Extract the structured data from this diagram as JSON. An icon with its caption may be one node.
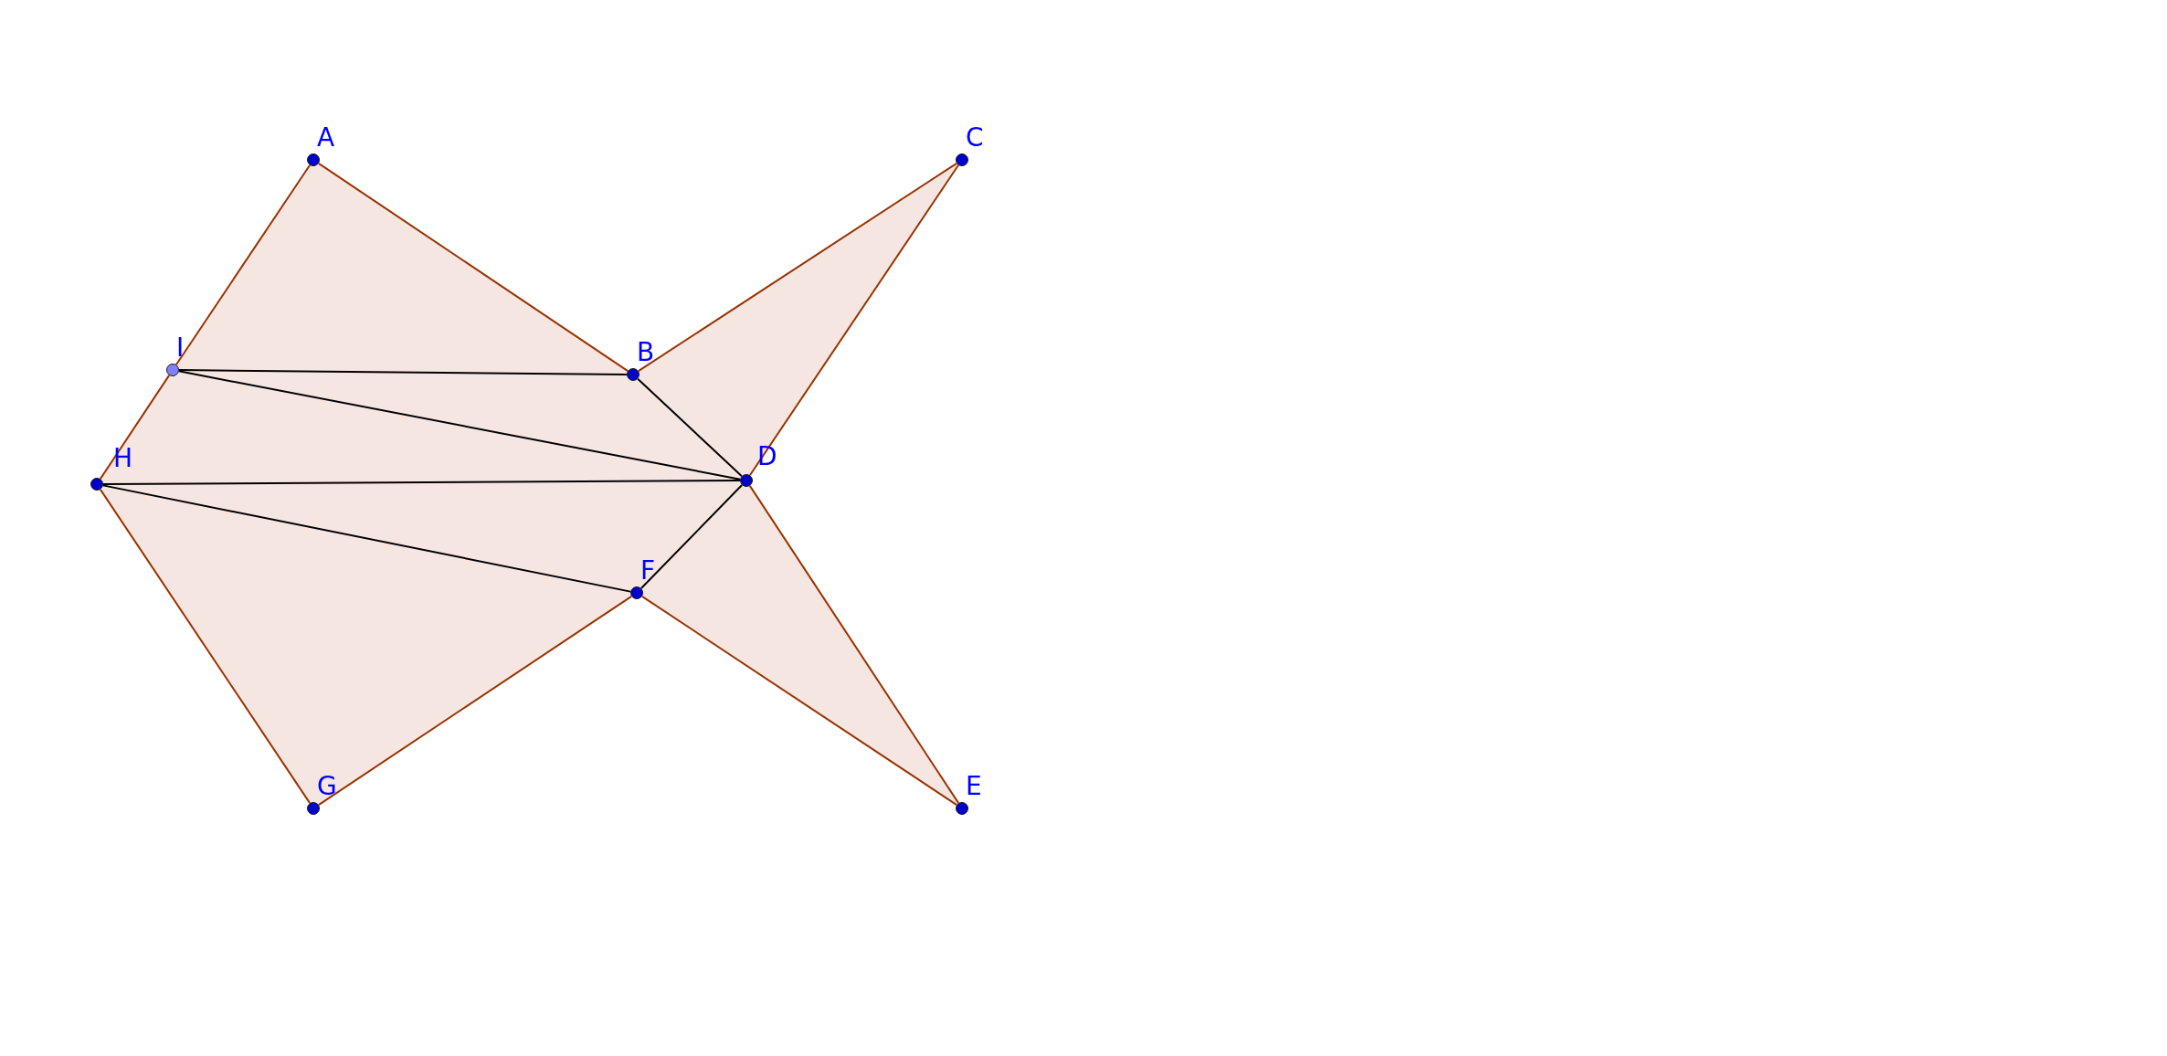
{
  "diagram": {
    "nodes": [
      {
        "text": [
          "A"
        ]
      },
      {
        "text": [
          "C"
        ]
      },
      {
        "text": [
          "I"
        ]
      },
      {
        "text": [
          "B"
        ]
      },
      {
        "text": [
          "H"
        ]
      },
      {
        "text": [
          "D"
        ]
      },
      {
        "text": [
          "F"
        ]
      },
      {
        "text": [
          "G"
        ]
      },
      {
        "text": [
          "E"
        ]
      }
    ],
    "edges": [
      {
        "from": 0,
        "to": 3,
        "arrow": "none"
      },
      {
        "from": 3,
        "to": 1,
        "arrow": "none"
      },
      {
        "from": 1,
        "to": 5,
        "arrow": "none"
      },
      {
        "from": 5,
        "to": 8,
        "arrow": "none"
      },
      {
        "from": 8,
        "to": 6,
        "arrow": "none"
      },
      {
        "from": 6,
        "to": 7,
        "arrow": "none"
      },
      {
        "from": 7,
        "to": 4,
        "arrow": "none"
      },
      {
        "from": 4,
        "to": 2,
        "arrow": "none"
      },
      {
        "from": 2,
        "to": 0,
        "arrow": "none"
      },
      {
        "from": 2,
        "to": 3,
        "arrow": "none",
        "color": "#000000"
      },
      {
        "from": 2,
        "to": 5,
        "arrow": "none",
        "color": "#000000"
      },
      {
        "from": 4,
        "to": 5,
        "arrow": "none",
        "color": "#000000"
      },
      {
        "from": 4,
        "to": 6,
        "arrow": "none",
        "color": "#000000"
      },
      {
        "from": 3,
        "to": 5,
        "arrow": "none",
        "color": "#000000"
      },
      {
        "from": 5,
        "to": 6,
        "arrow": "none",
        "color": "#000000"
      }
    ]
  }
}
